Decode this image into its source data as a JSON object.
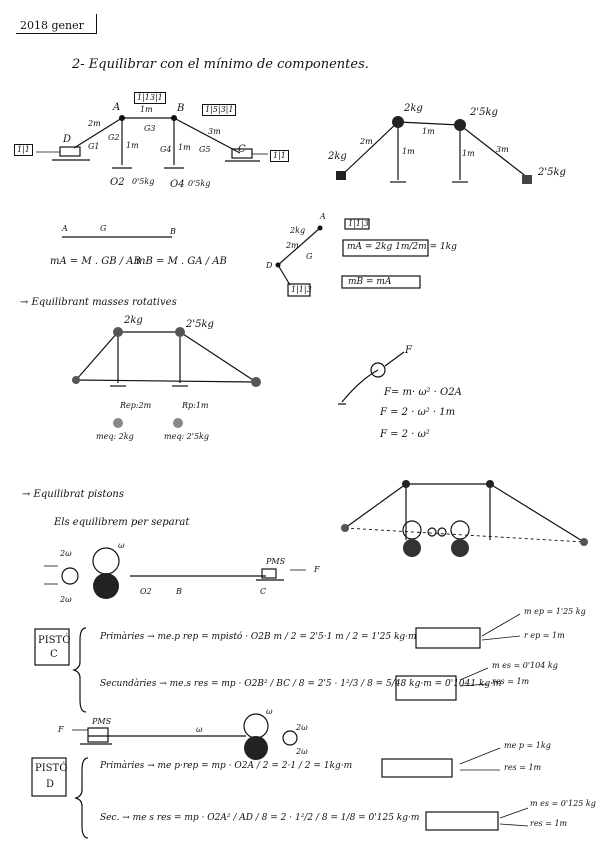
{
  "header": {
    "date": "2018 gener"
  },
  "problem": {
    "title": "2- Equilibrar con el mínimo de componentes."
  },
  "fig1": {
    "A": "A",
    "B": "B",
    "C": "C",
    "D": "D",
    "tag_A": "1|13|1",
    "tag_B": "1|5|3|1",
    "tag_D": "1|1",
    "tag_C": "1|1",
    "m2": "2m",
    "m1": "1m",
    "m3": "3m",
    "m1b": "1m",
    "m1c": "1m",
    "G1": "G1",
    "G2": "G2",
    "G3": "G3",
    "G4": "G4",
    "G5": "G5",
    "O2": "O2",
    "O4": "O4",
    "m_o2": "0'5kg",
    "m_o4": "0'5kg"
  },
  "fig2": {
    "m2": "2kg",
    "m25": "2'5kg",
    "m2l": "2kg",
    "m25r": "2'5kg",
    "l2": "2m",
    "l1": "1m",
    "l1b": "1m",
    "l1c": "1m",
    "l3": "3m"
  },
  "eq1": {
    "A": "A",
    "G": "G",
    "B": "B",
    "ma": "mA = M . GB / AB",
    "mb": "mB = M . GA / AB"
  },
  "fig3": {
    "m": "2kg",
    "A": "A",
    "tag": "1|1|3",
    "m2": "2m",
    "G": "G",
    "D": "D",
    "tag2": "1|1|3",
    "eq": "mA = 2kg 1m/2m = 1kg",
    "eq2": "mB = mA"
  },
  "section1": {
    "title": "→ Equilibrant masses rotatives"
  },
  "fig4": {
    "m1": "2kg",
    "m2": "2'5kg",
    "rep1": "Rep:2m",
    "rep2": "Rp:1m",
    "meq1": "meq: 2kg",
    "meq2": "meq: 2'5kg"
  },
  "force": {
    "F": "F",
    "l1": "F= m· ω² · O2A",
    "l2": "F = 2 · ω² · 1m",
    "l3": "F = 2 · ω²"
  },
  "section2": {
    "title": "→ Equilibrat pistons",
    "subtitle": "Els equilibrem per separat"
  },
  "fig5": {
    "w": "ω",
    "l2a": "2ω",
    "l2b": "2ω",
    "O": "O2",
    "B": "B",
    "C": "C",
    "PMS": "PMS",
    "F": "F"
  },
  "pistoC": {
    "label1": "PISTÓ",
    "label2": "C",
    "primaries": "Primàries → me.p rep = mpistó · O2B m / 2 = 2'5·1 m / 2 = 1'25 kg·m",
    "prim_r1": "m ep = 1'25 kg",
    "prim_r2": "r ep = 1m",
    "secondaries": "Secundàries → me.s res = mp · O2B² / BC / 8 = 2'5 · 1²/3 / 8 = 5/48 kg·m = 0'1041 kg·m",
    "sec_r1": "m es = 0'104 kg",
    "sec_r2": "res = 1m"
  },
  "fig6": {
    "F": "F",
    "PMS": "PMS",
    "w": "ω",
    "w2": "ω",
    "w3": "2ω",
    "w4": "2ω"
  },
  "pistoD": {
    "label1": "PISTÓ",
    "label2": "D",
    "primaries": "Primàries → me p·rep = mp · O2A / 2 = 2·1 / 2 = 1kg·m",
    "prim_r1": "me p = 1kg",
    "prim_r2": "res = 1m",
    "secondaries": "Sec. → me s res = mp · O2A² / AD / 8 = 2 · 1²/2 / 8 = 1/8 = 0'125 kg·m",
    "sec_r1": "m es = 0'125 kg",
    "sec_r2": "res = 1m"
  }
}
